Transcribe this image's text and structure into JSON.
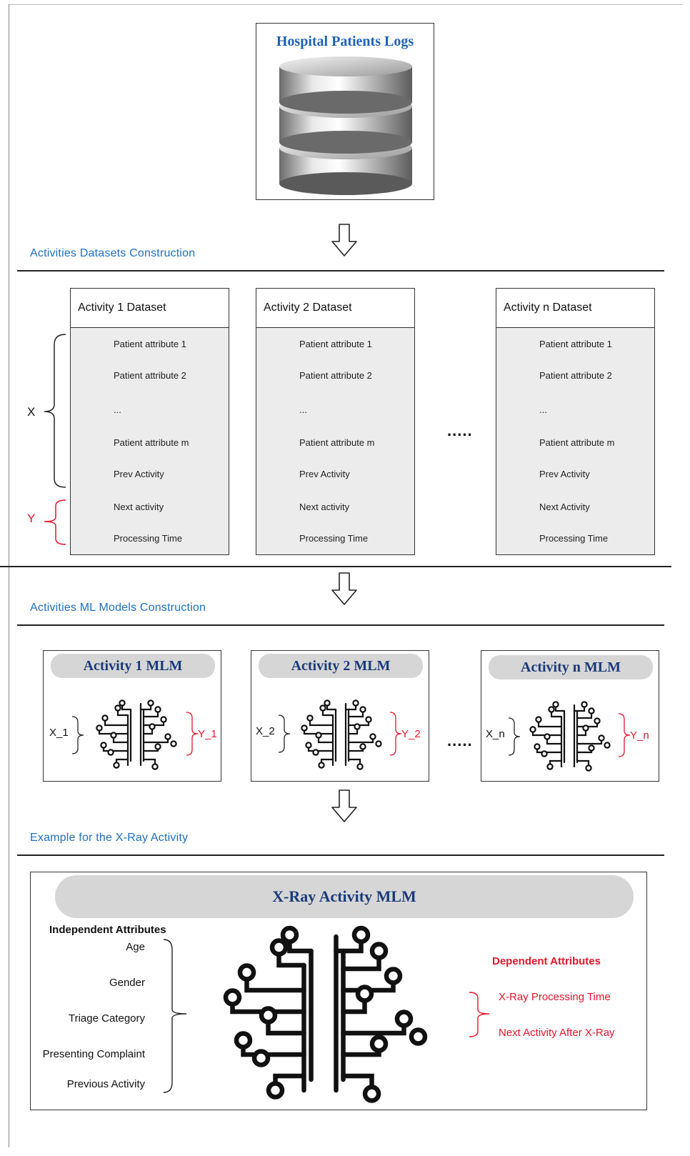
{
  "database": {
    "title": "Hospital Patients Logs",
    "icon": "database-icon"
  },
  "section_labels": {
    "datasets": "Activities Datasets Construction",
    "models": "Activities ML Models Construction",
    "example": "Example for the X-Ray Activity"
  },
  "datasets": [
    {
      "title": "Activity 1 Dataset",
      "rows": [
        "Patient attribute 1",
        "Patient attribute 2",
        "...",
        "Patient attribute m",
        "Prev Activity",
        "Next activity",
        "Processing Time"
      ]
    },
    {
      "title": "Activity 2 Dataset",
      "rows": [
        "Patient attribute 1",
        "Patient attribute 2",
        "...",
        "Patient attribute m",
        "Prev Activity",
        "Next activity",
        "Processing Time"
      ]
    },
    {
      "title": "Activity n Dataset",
      "rows": [
        "Patient attribute 1",
        "Patient attribute 2",
        "...",
        "Patient attribute m",
        "Prev Activity",
        "Next Activity",
        "Processing Time"
      ]
    }
  ],
  "dataset_brackets": {
    "x": "X",
    "y": "Y"
  },
  "ellipsis": ".....",
  "models": [
    {
      "title": "Activity 1 MLM",
      "x": "X_1",
      "y": "Y_1"
    },
    {
      "title": "Activity 2 MLM",
      "x": "X_2",
      "y": "Y_2"
    },
    {
      "title": "Activity n MLM",
      "x": "X_n",
      "y": "Y_n"
    }
  ],
  "xray": {
    "title": "X-Ray Activity MLM",
    "independent_header": "Independent Attributes",
    "independent": [
      "Age",
      "Gender",
      "Triage Category",
      "Presenting Complaint",
      "Previous Activity"
    ],
    "dependent_header": "Dependent Attributes",
    "dependent": [
      "X-Ray Processing Time",
      "Next Activity After X-Ray"
    ]
  },
  "colors": {
    "blue_label": "#1f6fbf",
    "title_blue": "#1f63b5",
    "red": "#e3162b",
    "pill_gray": "#d6d6d6"
  }
}
